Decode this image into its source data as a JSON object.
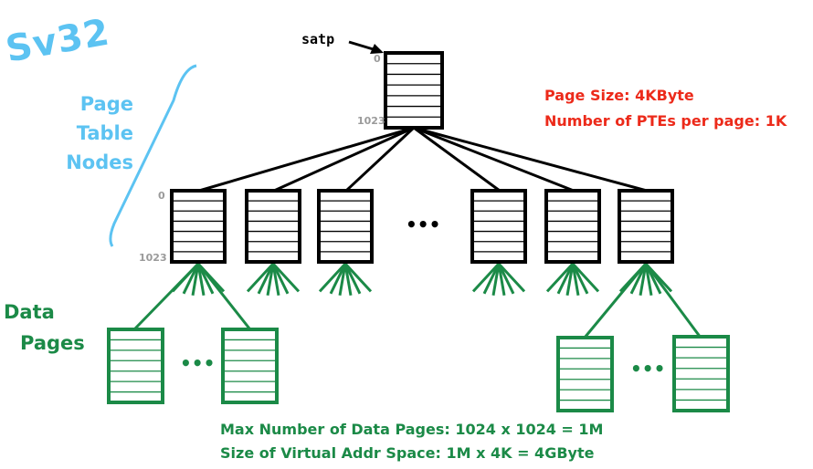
{
  "title": "Sv32",
  "page_table_label": [
    "Page",
    "Table",
    "Nodes"
  ],
  "data_pages_label": [
    "Data",
    "Pages"
  ],
  "satp_label": "satp",
  "index_first": "0",
  "index_last": "1023",
  "ellipsis": "•••",
  "page_size_text": "Page Size: 4KByte",
  "ptes_text": "Number of PTEs per page: 1K",
  "max_pages_text": "Max Number of Data Pages: 1024 x 1024 = 1M",
  "vaddr_space_text": "Size of Virtual Addr Space: 1M x 4K = 4GByte",
  "colors": {
    "blue": "#5cc3f2",
    "green": "#1b8a47",
    "red": "#ec2a1a",
    "black": "#000000"
  }
}
